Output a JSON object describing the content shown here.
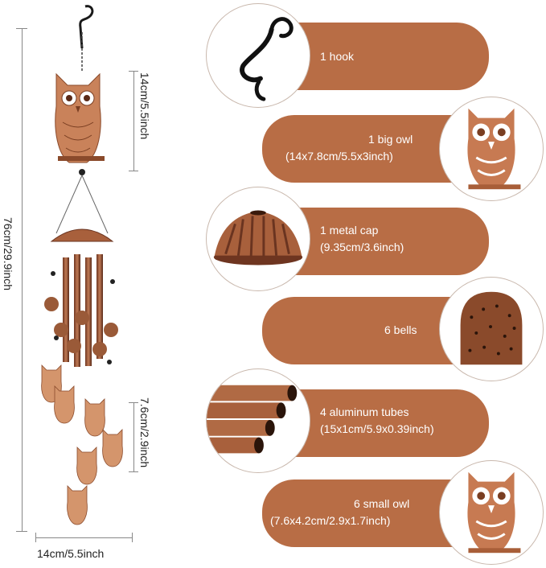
{
  "colors": {
    "pill": "#b86d45",
    "copper": "#b86a45",
    "hook": "#1a1a1a"
  },
  "dimensions": {
    "total_height": "76cm/29.9inch",
    "big_owl_height": "14cm/5.5inch",
    "small_owl_height": "7.6cm/2.9inch",
    "width": "14cm/5.5inch"
  },
  "components": [
    {
      "icon": "hook-icon",
      "line1": "1 hook",
      "line2": ""
    },
    {
      "icon": "owl-icon",
      "line1": "1 big owl",
      "line2": "(14x7.8cm/5.5x3inch)"
    },
    {
      "icon": "metal-cap-icon",
      "line1": "1 metal cap",
      "line2": "(9.35cm/3.6inch)"
    },
    {
      "icon": "bell-icon",
      "line1": "6 bells",
      "line2": ""
    },
    {
      "icon": "tubes-icon",
      "line1": "4 aluminum tubes",
      "line2": "(15x1cm/5.9x0.39inch)"
    },
    {
      "icon": "owl-icon",
      "line1": "6 small owl",
      "line2": "(7.6x4.2cm/2.9x1.7inch)"
    }
  ]
}
